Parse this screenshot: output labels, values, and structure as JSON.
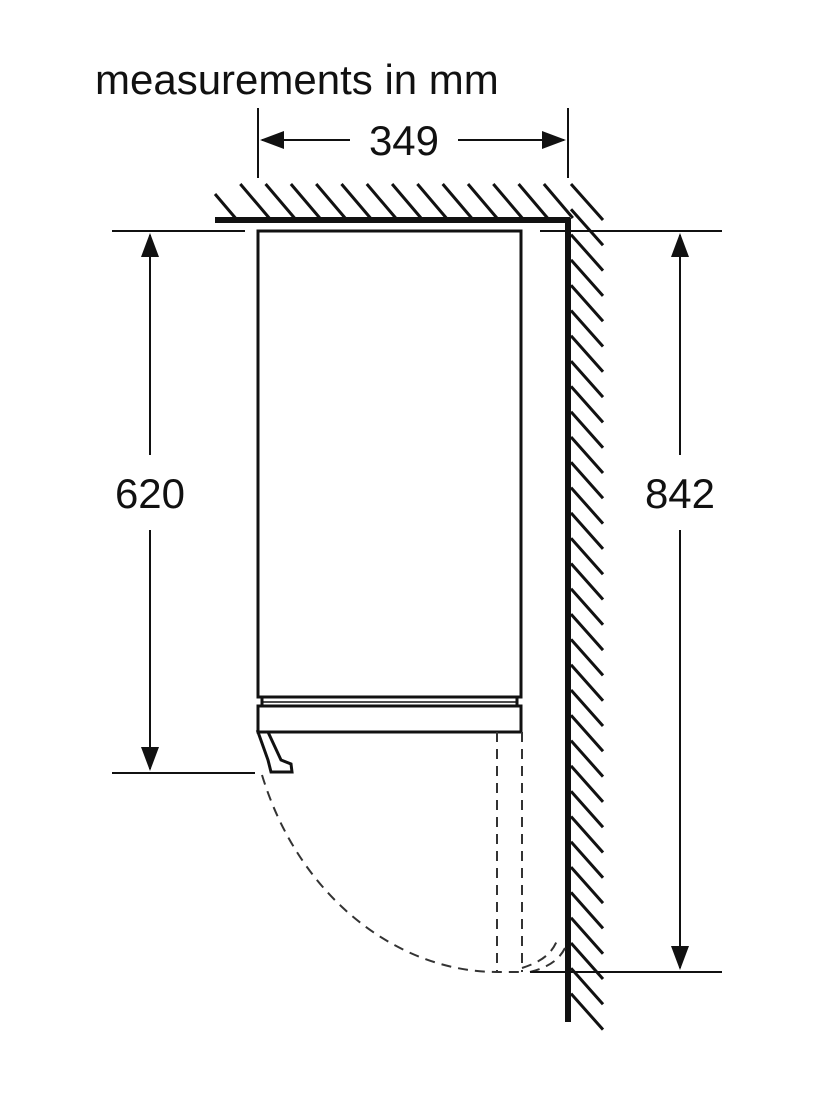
{
  "title": "measurements in mm",
  "dimensions": {
    "width": "349",
    "height_cabinet": "620",
    "height_total": "842"
  }
}
